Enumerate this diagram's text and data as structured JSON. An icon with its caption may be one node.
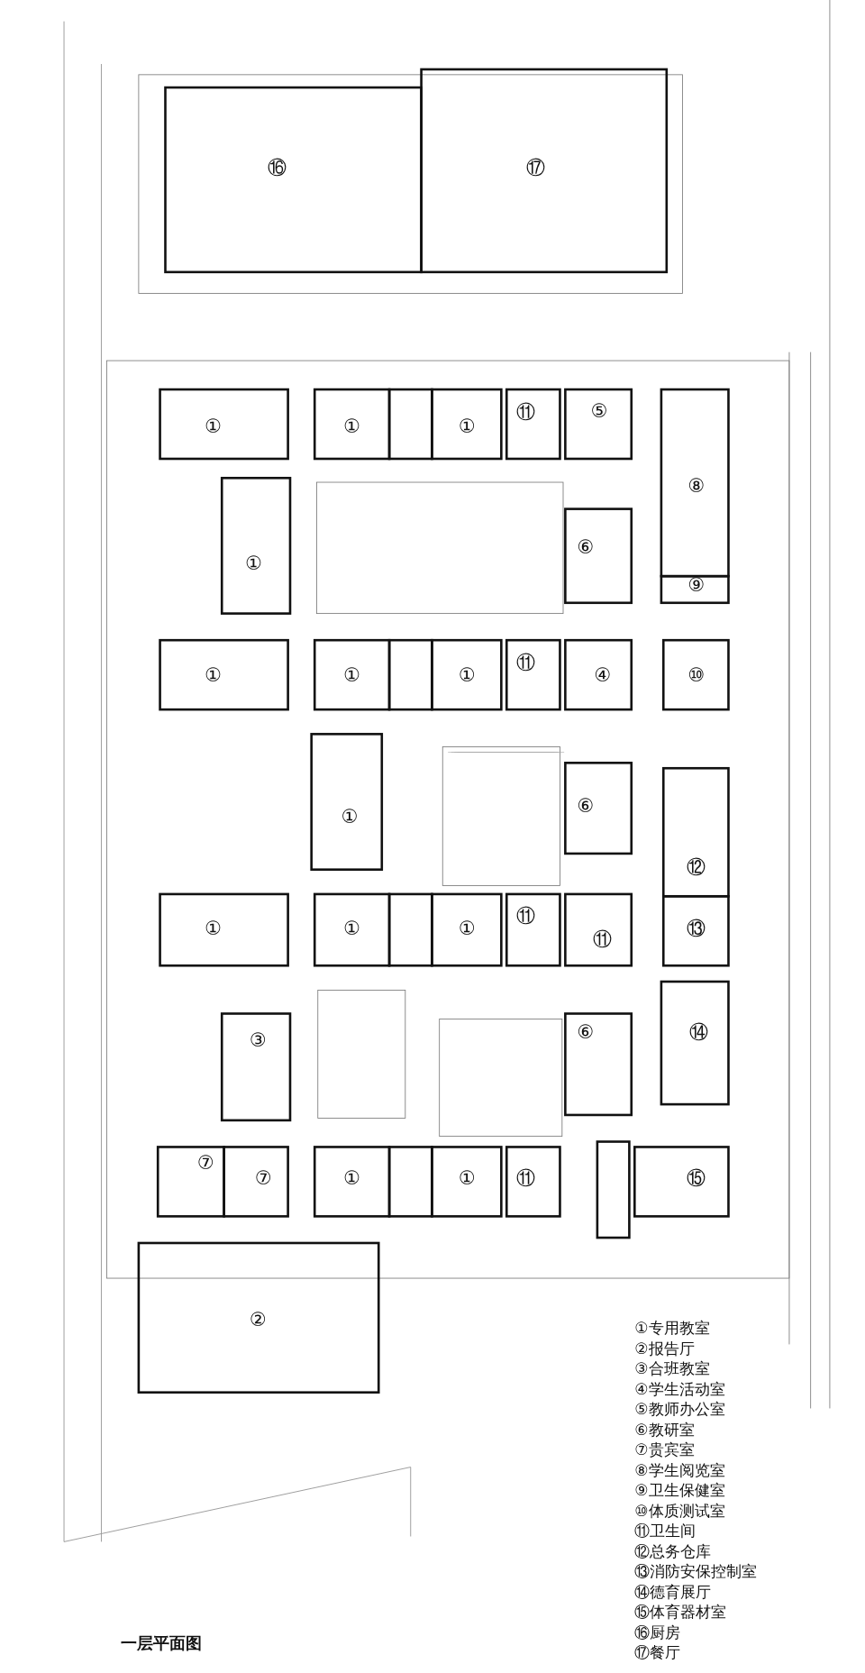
{
  "diagram": {
    "title": "一层平面图",
    "labels": [
      "⑯",
      "⑰",
      "①",
      "①",
      "①",
      "⑪",
      "⑤",
      "⑧",
      "⑥",
      "①",
      "⑨",
      "①",
      "①",
      "①",
      "⑪",
      "④",
      "⑩",
      "⑥",
      "①",
      "⑫",
      "①",
      "①",
      "①",
      "⑪",
      "⑪",
      "⑬",
      "③",
      "⑥",
      "⑭",
      "⑦",
      "⑦",
      "①",
      "①",
      "⑪",
      "⑮",
      "②",
      "①专用教室",
      "②报告厅",
      "③合班教室",
      "④学生活动室",
      "⑤教师办公室",
      "⑥教研室",
      "⑦贵宾室",
      "⑧学生阅览室",
      "⑨卫生保健室",
      "⑩体质测试室",
      "⑪卫生间",
      "⑫总务仓库",
      "⑬消防安保控制室",
      "⑭德育展厅",
      "⑮体育器材室",
      "⑯厨房",
      "⑰餐厅"
    ]
  }
}
